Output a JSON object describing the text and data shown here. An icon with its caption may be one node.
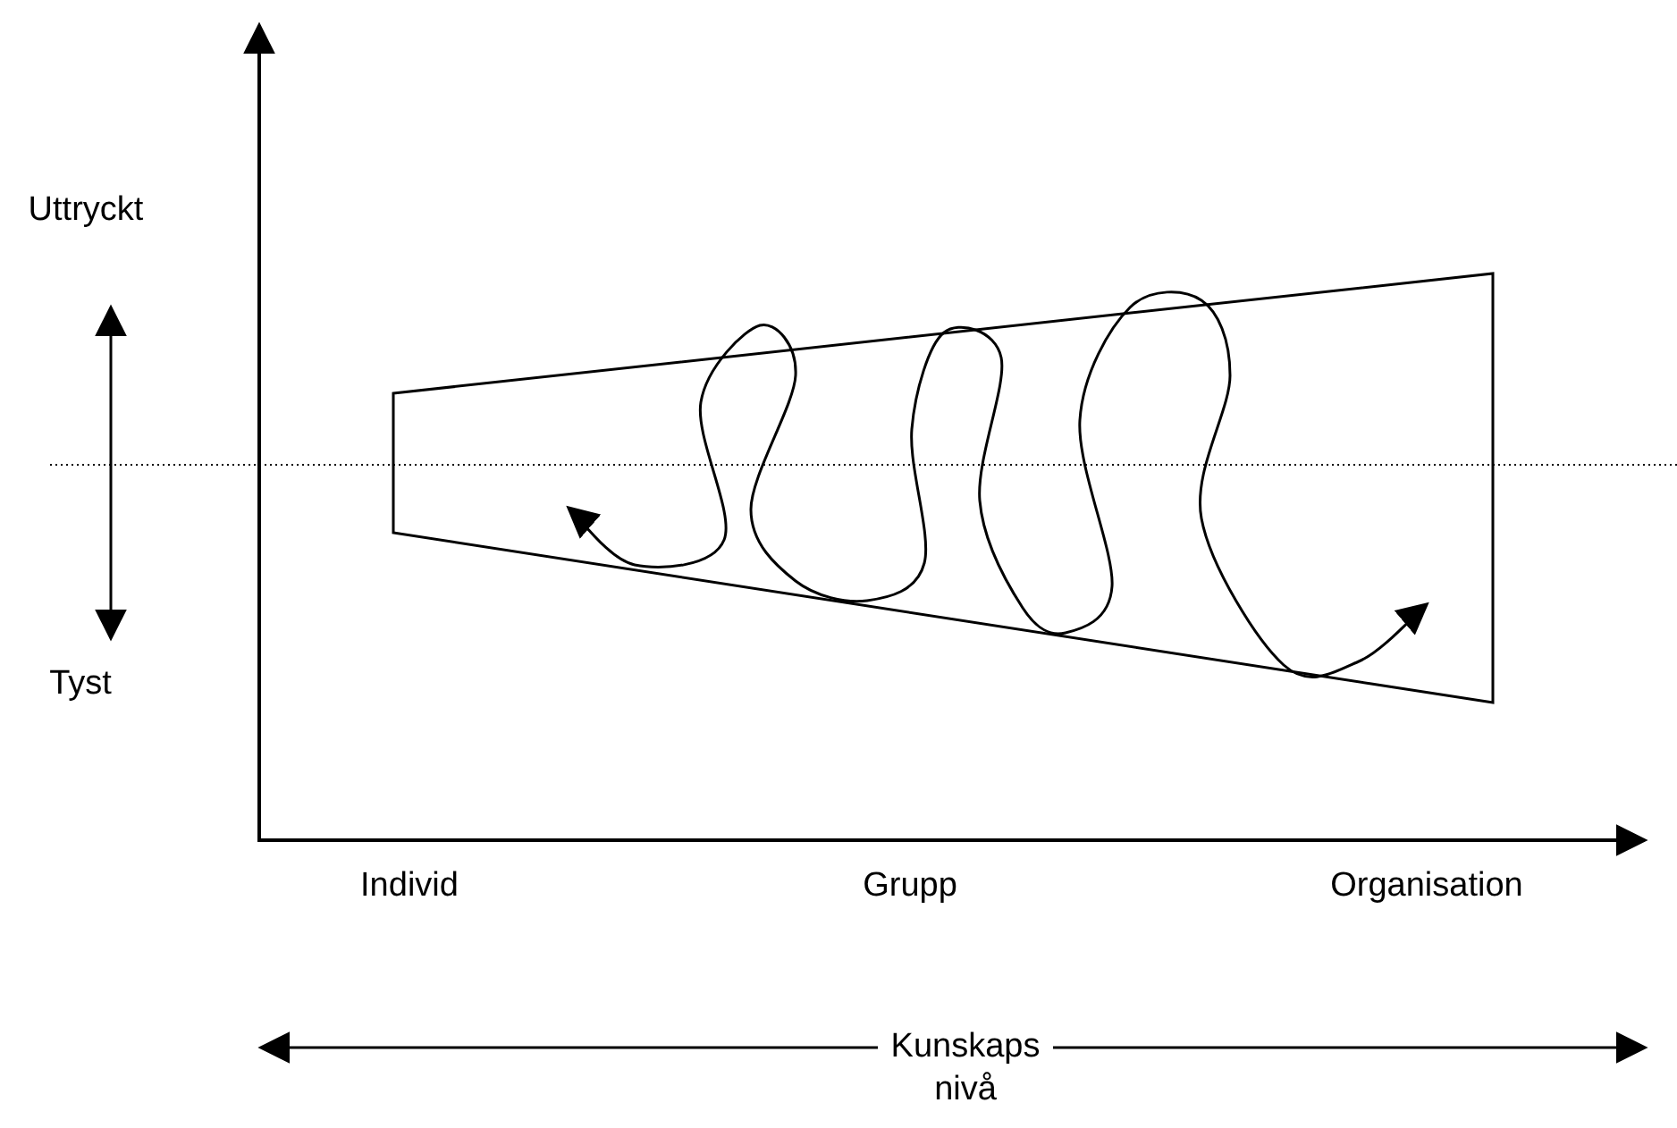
{
  "diagram": {
    "nodes": [
      {
        "text": [
          "Uttryckt"
        ]
      },
      {
        "text": [
          "Tyst"
        ]
      },
      {
        "text": [
          "Kunskaps nivå"
        ]
      }
    ],
    "edges": [
      {
        "from": 1,
        "to": 0,
        "arrow": "both"
      },
      {
        "from": 2,
        "to": null,
        "arrow": "to"
      },
      {
        "from": 2,
        "to": null,
        "arrow": "to"
      }
    ],
    "labels": [
      "Individ",
      "Grupp",
      "Organisation"
    ]
  }
}
